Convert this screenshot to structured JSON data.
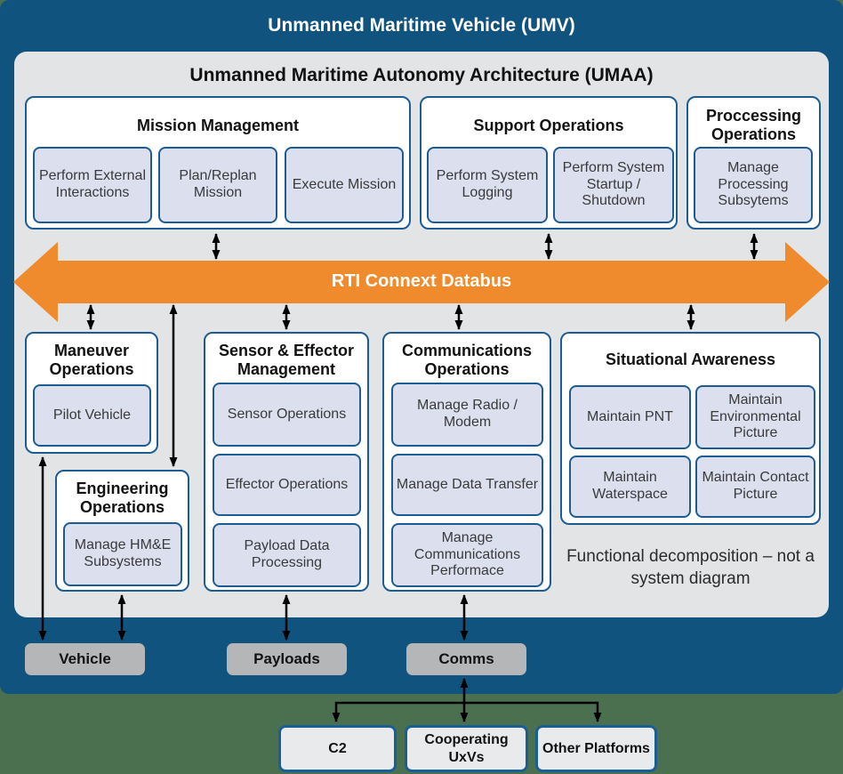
{
  "umv": {
    "title": "Unmanned Maritime Vehicle (UMV)"
  },
  "umaa": {
    "title": "Unmanned Maritime Autonomy Architecture (UMAA)"
  },
  "databus": {
    "label": "RTI Connext Databus"
  },
  "colors": {
    "outer_blue": "#11537F",
    "inner_gray": "#E3E4E6",
    "databus_orange": "#EF8B2D",
    "function_fill": "#DCDFEE",
    "box_border_blue": "#1C5C92",
    "interface_gray": "#B4B6B8",
    "external_fill": "#E9EAEC",
    "page_green": "#4A7050"
  },
  "modules": {
    "mission_management": {
      "title": "Mission Management",
      "functions": [
        "Perform External Interactions",
        "Plan/Replan Mission",
        "Execute Mission"
      ]
    },
    "support_operations": {
      "title": "Support Operations",
      "functions": [
        "Perform System Logging",
        "Perform System Startup / Shutdown"
      ]
    },
    "processing_operations": {
      "title": "Proccessing Operations",
      "functions": [
        "Manage Processing Subsytems"
      ]
    },
    "maneuver_operations": {
      "title": "Maneuver Operations",
      "functions": [
        "Pilot Vehicle"
      ]
    },
    "engineering_operations": {
      "title": "Engineering Operations",
      "functions": [
        "Manage HM&E Subsystems"
      ]
    },
    "sensor_effector_management": {
      "title": "Sensor & Effector Management",
      "functions": [
        "Sensor Operations",
        "Effector Operations",
        "Payload Data Processing"
      ]
    },
    "communications_operations": {
      "title": "Communications Operations",
      "functions": [
        "Manage Radio / Modem",
        "Manage Data Transfer",
        "Manage Communications Performace"
      ]
    },
    "situational_awareness": {
      "title": "Situational Awareness",
      "functions": [
        "Maintain PNT",
        "Maintain Environmental Picture",
        "Maintain Waterspace",
        "Maintain Contact Picture"
      ]
    }
  },
  "note": "Functional decomposition – not a system diagram",
  "interfaces": [
    "Vehicle",
    "Payloads",
    "Comms"
  ],
  "external": [
    "C2",
    "Cooperating UxVs",
    "Other Platforms"
  ]
}
